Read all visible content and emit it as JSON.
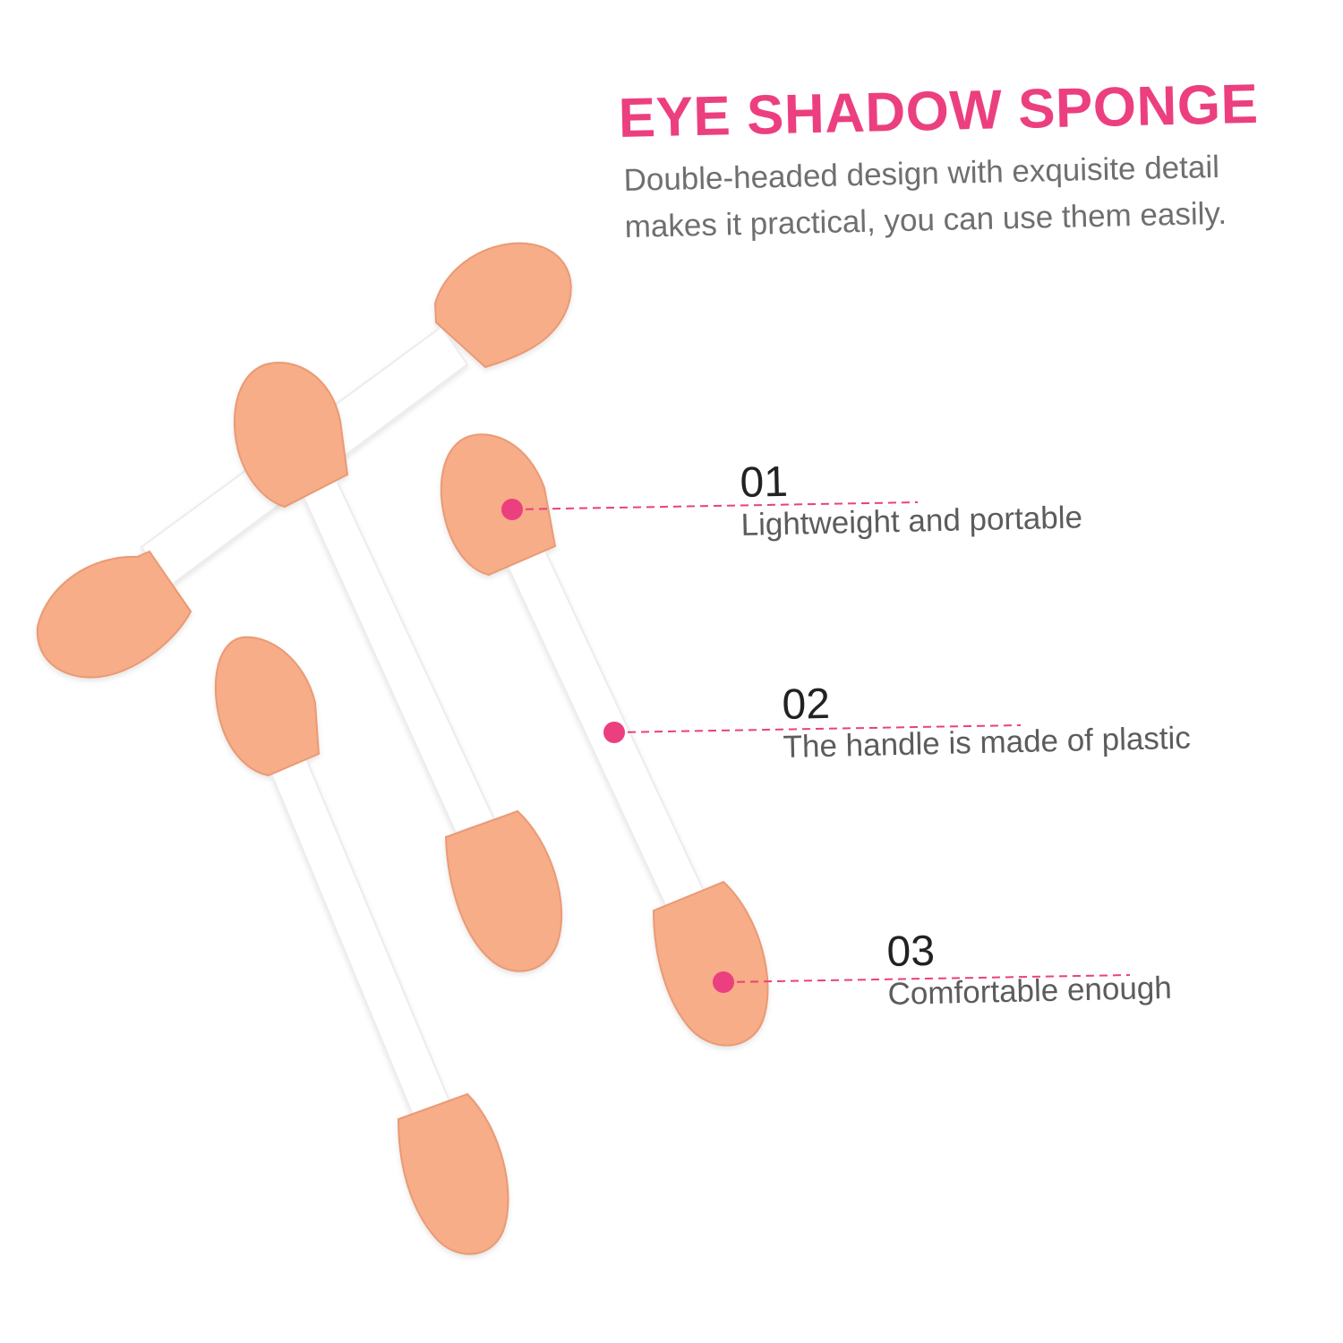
{
  "header": {
    "title": "EYE SHADOW SPONGE",
    "subtitle_lines": [
      "Double-headed design with exquisite detail",
      "makes it practical, you can use them easily."
    ]
  },
  "features": [
    {
      "number": "01",
      "label": "Lightweight and portable"
    },
    {
      "number": "02",
      "label": "The handle is made of plastic"
    },
    {
      "number": "03",
      "label": "Comfortable enough"
    }
  ],
  "colors": {
    "accent": "#ec3f7f",
    "sponge": "#f6ad88",
    "sponge_shade": "#ea9a74",
    "handle": "#ffffff",
    "handle_edge": "#ececec",
    "text_primary": "#222222",
    "text_secondary": "#6f6f6f"
  }
}
